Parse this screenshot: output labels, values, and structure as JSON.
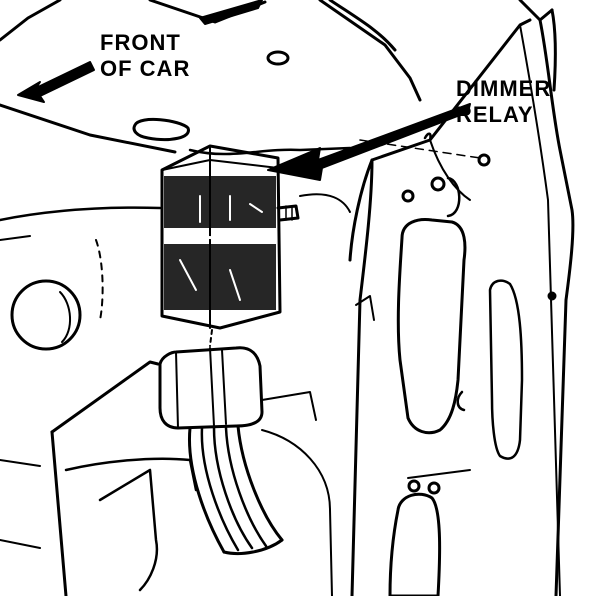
{
  "figure": {
    "labels": {
      "front_of_car_line1": "FRONT",
      "front_of_car_line2": "OF CAR",
      "dimmer_relay_line1": "DIMMER",
      "dimmer_relay_line2": "RELAY"
    },
    "colors": {
      "ink": "#000000",
      "paper": "#ffffff"
    }
  }
}
